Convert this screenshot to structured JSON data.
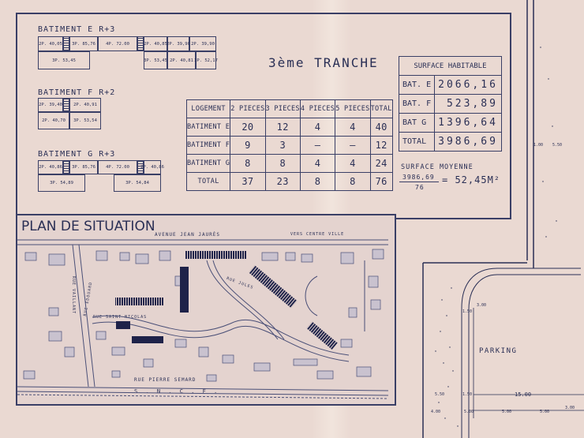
{
  "batiments": [
    {
      "title": "BATIMENT E   R+3",
      "cells": [
        "2P. 40,05",
        "3P. 85,76",
        "4P. 72.00",
        "2P. 40,85",
        "2P. 39,90",
        "2P. 39,90",
        "3P. 53,45",
        "3P. 53,45",
        "2P. 40,81",
        "3P. 52,17"
      ]
    },
    {
      "title": "BATIMENT F   R+2",
      "cells": [
        "2P. 39,40",
        "2P. 40,91",
        "2P. 40,70",
        "3P. 53,54"
      ]
    },
    {
      "title": "BATIMENT G   R+3",
      "cells": [
        "2P. 40,86",
        "3P. 85,76",
        "4P. 72.00",
        "2P. 40,86",
        "3P. 54,89",
        "3P. 54,84"
      ]
    }
  ],
  "tranche_title": "3ème TRANCHE",
  "logement_table": {
    "headers": [
      "LOGEMENT",
      "2 PIECES",
      "3 PIECES",
      "4 PIECES",
      "5 PIECES",
      "TOTAL"
    ],
    "rows": [
      [
        "BATIMENT E",
        "20",
        "12",
        "4",
        "4",
        "40"
      ],
      [
        "BATIMENT F",
        "9",
        "3",
        "–",
        "–",
        "12"
      ],
      [
        "BATIMENT G",
        "8",
        "8",
        "4",
        "4",
        "24"
      ],
      [
        "TOTAL",
        "37",
        "23",
        "8",
        "8",
        "76"
      ]
    ]
  },
  "surface_table": {
    "title": "SURFACE HABITABLE",
    "rows": [
      [
        "BAT. E",
        "2066,16"
      ],
      [
        "BAT. F",
        "523,89"
      ],
      [
        "BAT G",
        "1396,64"
      ],
      [
        "TOTAL",
        "3986,69"
      ]
    ],
    "moyenne_label": "SURFACE MOYENNE",
    "moyenne_numerator": "3986,69",
    "moyenne_denominator": "76",
    "moyenne_result": "= 52,45M²"
  },
  "plan_title": "PLAN DE SITUATION",
  "streets": {
    "avenue": "AVENUE   JEAN   JAURÈS",
    "vers_centre": "VERS CENTRE VILLE",
    "vaillant": "RUE VAILLANT",
    "eduard": "RUE EDOUARD",
    "saint_nicolas": "RUE SAINT NICOLAS",
    "pierre_semard": "RUE  PIERRE  SEMARD",
    "sncf": "S . N . C . F .",
    "jules": "RUE JULES"
  },
  "parking": {
    "label": "PARKING",
    "dims": [
      "1.00",
      "5.50",
      "3.00",
      "1.50",
      "5.50",
      "1.50",
      "15.00",
      "4.00",
      "5.00",
      "5.00",
      "5.00",
      "3.00"
    ]
  }
}
